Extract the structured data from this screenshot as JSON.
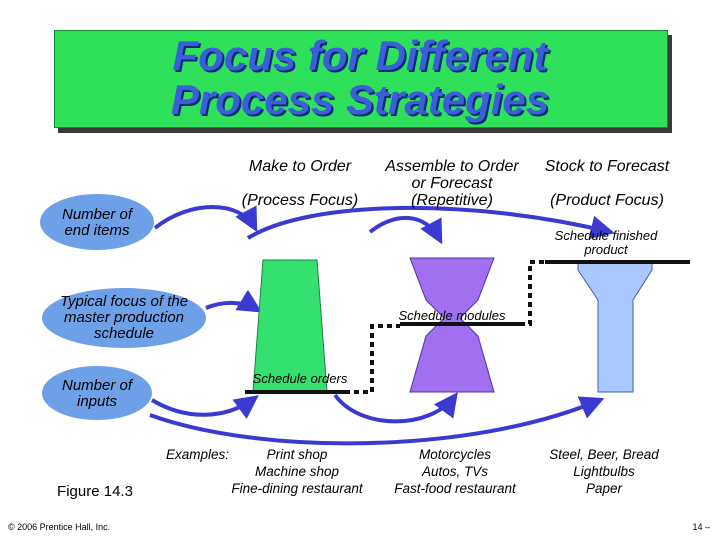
{
  "title": {
    "line1": "Focus for Different",
    "line2": "Process Strategies"
  },
  "columns": {
    "make_to_order": {
      "line1": "Make to Order",
      "line2": "(Process Focus)"
    },
    "assemble_to_order": {
      "line1": "Assemble to Order",
      "line2": "or Forecast",
      "line3": "(Repetitive)"
    },
    "stock_to_forecast": {
      "line1": "Stock to Forecast",
      "line2": "(Product Focus)"
    }
  },
  "row_labels": {
    "end_items": {
      "line1": "Number of",
      "line2": "end items"
    },
    "mps": {
      "line1": "Typical focus of the",
      "line2": "master production",
      "line3": "schedule"
    },
    "inputs": {
      "line1": "Number of",
      "line2": "inputs"
    }
  },
  "annotations": {
    "schedule_finished": {
      "line1": "Schedule finished",
      "line2": "product"
    },
    "schedule_modules": "Schedule modules",
    "schedule_orders": "Schedule orders"
  },
  "examples": {
    "label": "Examples:",
    "process": {
      "line1": "Print shop",
      "line2": "Machine shop",
      "line3": "Fine-dining restaurant"
    },
    "repetitive": {
      "line1": "Motorcycles",
      "line2": "Autos, TVs",
      "line3": "Fast-food restaurant"
    },
    "product": {
      "line1": "Steel, Beer, Bread",
      "line2": "Lightbulbs",
      "line3": "Paper"
    }
  },
  "figure_label": "Figure 14.3",
  "copyright": "© 2006 Prentice Hall, Inc.",
  "page_number": "14 –",
  "colors": {
    "title_bg": "#2ee05a",
    "title_text": "#3b5fd6",
    "label_bubble": "#6ea0e8",
    "arrow": "#3a3ad0",
    "make_shape": "#33e070",
    "assemble_shape": "#a070f0",
    "stock_shape": "#a8c8ff"
  }
}
